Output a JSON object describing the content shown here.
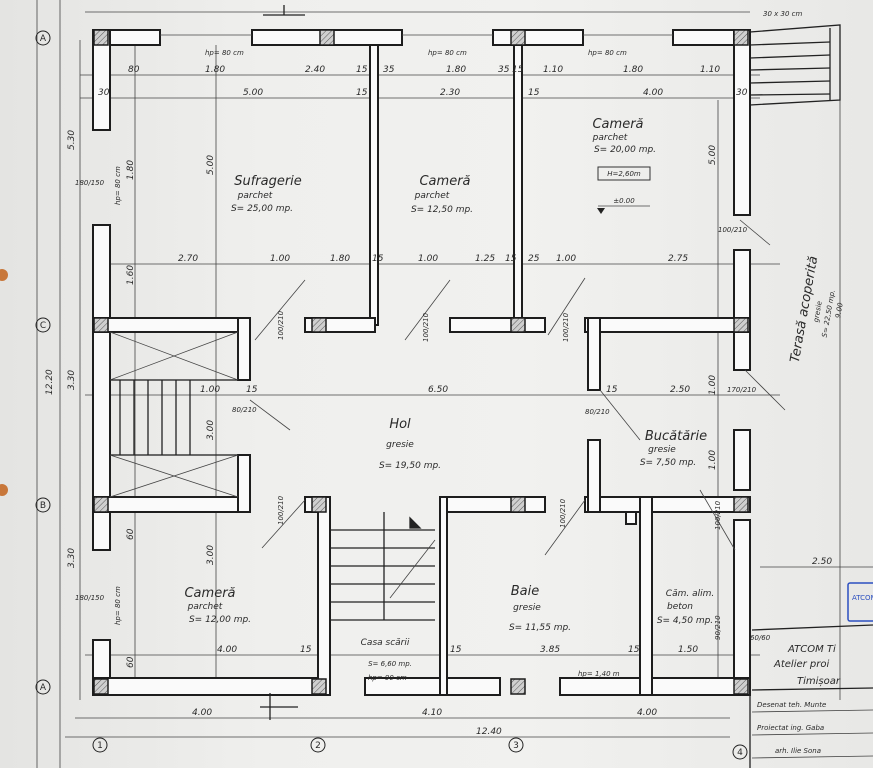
{
  "rooms": [
    {
      "name": "Sufragerie",
      "finish": "parchet",
      "area": "S= 25,00 mp."
    },
    {
      "name": "Cameră",
      "finish": "parchet",
      "area": "S= 12,50 mp."
    },
    {
      "name": "Cameră",
      "finish": "parchet",
      "area": "S= 20,00 mp."
    },
    {
      "name": "Hol",
      "finish": "gresie",
      "area": "S= 19,50 mp."
    },
    {
      "name": "Bucătărie",
      "finish": "gresie",
      "area": "S= 7,50 mp."
    },
    {
      "name": "Cameră",
      "finish": "parchet",
      "area": "S= 12,00 mp."
    },
    {
      "name": "Casa scării",
      "finish": "",
      "area": "S= 6,60 mp."
    },
    {
      "name": "Baie",
      "finish": "gresie",
      "area": "S= 11,55 mp."
    },
    {
      "name": "Căm. alim.",
      "finish": "beton",
      "area": "S= 4,50 mp."
    },
    {
      "name": "Terasă acoperită",
      "finish": "gresie",
      "area": "S= 22,50 mp.",
      "extra": "9.00"
    }
  ],
  "level": {
    "height": "H=2,60m",
    "elevation": "±0.00"
  },
  "window_notes": [
    "hp= 80 cm",
    "hp= 80 cm",
    "hp= 80 cm",
    "hp= 80 cm",
    "hp= 80 cm",
    "hp= 90 cm",
    "hp= 1,40 m",
    "30 x 30 cm"
  ],
  "dims": {
    "top1": [
      "80",
      "1.80",
      "2.40",
      "15",
      "35",
      "1.80",
      "35",
      "15",
      "1.10",
      "1.80",
      "1.10"
    ],
    "top2": [
      "30",
      "5.00",
      "15",
      "2.30",
      "15",
      "4.00",
      "30"
    ],
    "mid1": [
      "2.70",
      "1.00",
      "1.80",
      "15",
      "1.00",
      "1.25",
      "15",
      "25",
      "1.00",
      "2.75"
    ],
    "mid2": [
      "1.00",
      "15",
      "6.50",
      "15",
      "2.50"
    ],
    "low1": [
      "4.00",
      "15",
      "15",
      "3.85",
      "15",
      "1.50"
    ],
    "bottom": [
      "4.00",
      "4.10",
      "4.00",
      "12.40",
      "2.50"
    ],
    "vertical": [
      "5.30",
      "12.20",
      "3.30",
      "3.30",
      "5.00",
      "3.00",
      "3.00",
      "5.00",
      "1.80",
      "1.60",
      "60",
      "60",
      "1.00",
      "1.00"
    ]
  },
  "doors": [
    "100/210",
    "100/210",
    "100/210",
    "100/210",
    "100/210",
    "80/210",
    "80/210",
    "100/210",
    "100/210",
    "170/210",
    "90/210",
    "180/150",
    "180/150",
    "60/60"
  ],
  "grid": {
    "rows": [
      "A",
      "C",
      "B",
      "A"
    ],
    "cols": [
      "1",
      "2",
      "3",
      "4"
    ]
  },
  "title_block": {
    "firm": "ATCOM Ti",
    "line2": "Atelier proi",
    "city": "Timișoar",
    "drawn": "Desenat teh. Munte",
    "designed": "Proiectat ing. Gaba",
    "architect": "arh. Ilie Sona",
    "stamp": "ATCOM"
  },
  "colors": {
    "paper": "#efefed",
    "ink": "#1d1d1d",
    "stamp": "#2b4fc0",
    "hole": "#c8773a"
  }
}
